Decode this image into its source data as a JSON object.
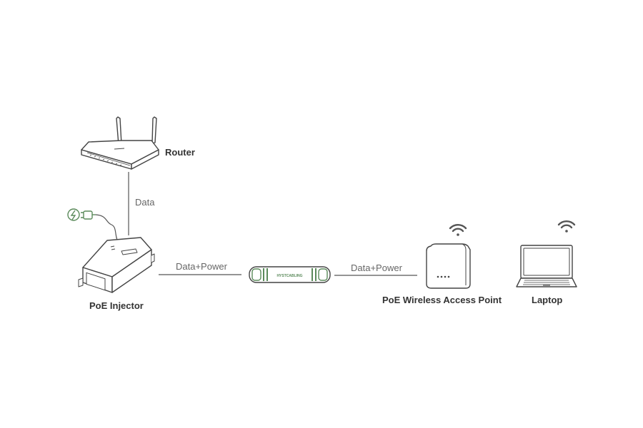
{
  "devices": {
    "router": "Router",
    "injector": "PoE Injector",
    "access_point": "PoE Wireless Access Point",
    "laptop": "Laptop"
  },
  "links": {
    "router_to_injector": "Data",
    "injector_to_extender": "Data+Power",
    "extender_to_ap": "Data+Power"
  },
  "extender": {
    "brand": "HYSTCABLING"
  },
  "colors": {
    "line": "#555555",
    "accent_green": "#5a8a5a",
    "device_outline": "#444444"
  },
  "icons": [
    "router-icon",
    "power-plug-icon",
    "poe-injector-icon",
    "cable-extender-icon",
    "access-point-icon",
    "wifi-icon",
    "laptop-icon"
  ]
}
